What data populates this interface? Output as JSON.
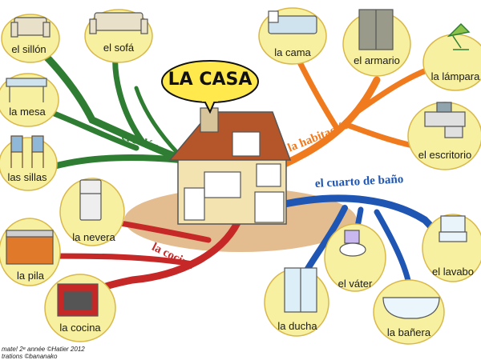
{
  "title": "LA CASA",
  "colors": {
    "salon": "#2e7d32",
    "habitacion": "#f07a1e",
    "bano": "#1f56b3",
    "cocina": "#c62828",
    "bubble": "#f7f0a0",
    "bubble_stroke": "#d9b84a"
  },
  "branches": {
    "salon": "el salón",
    "habitacion": "la habitación",
    "bano": "el cuarto de baño",
    "cocina": "la cocina"
  },
  "nodes": {
    "sillon": "el sillón",
    "sofa": "el sofá",
    "mesa": "la mesa",
    "sillas": "las sillas",
    "cama": "la cama",
    "armario": "el armario",
    "lampara": "la lámpara",
    "escritorio": "el escritorio",
    "nevera": "la nevera",
    "pila": "la pila",
    "cocina": "la cocina",
    "vater": "el váter",
    "lavabo": "el lavabo",
    "ducha": "la ducha",
    "banera": "la bañera"
  },
  "credits": {
    "line1": "mate! 2ᵉ année ©Hatier 2012",
    "line2": "trations ©bananako"
  }
}
